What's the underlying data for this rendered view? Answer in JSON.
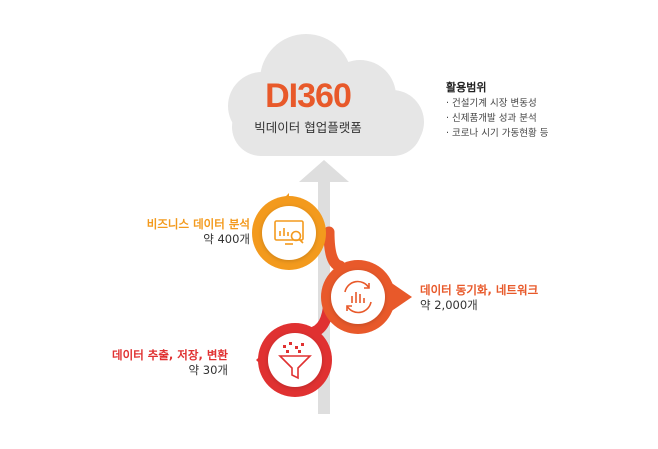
{
  "brand": {
    "title": "DI360",
    "subtitle": "빅데이터 협업플랫폼"
  },
  "scope": {
    "title": "활용범위",
    "items": [
      "건설기계 시장 변동성",
      "신제품개발 성과 분석",
      "코로나 시기 가동현황 등"
    ]
  },
  "stages": [
    {
      "title": "비즈니스 데이터 분석",
      "subtitle": "약 400개",
      "color": "#f39a1d",
      "icon": "analytics-monitor-icon"
    },
    {
      "title": "데이터 동기화, 네트워크",
      "subtitle": "약 2,000개",
      "color": "#e8592a",
      "icon": "sync-chart-icon"
    },
    {
      "title": "데이터 추출, 저장, 변환",
      "subtitle": "약 30개",
      "color": "#e03131",
      "icon": "funnel-icon"
    }
  ],
  "colors": {
    "cloud": "#e6e6e6",
    "trunk": "#dedede",
    "orange": "#f39a1d",
    "red_orange": "#e8592a",
    "red": "#e03131"
  }
}
